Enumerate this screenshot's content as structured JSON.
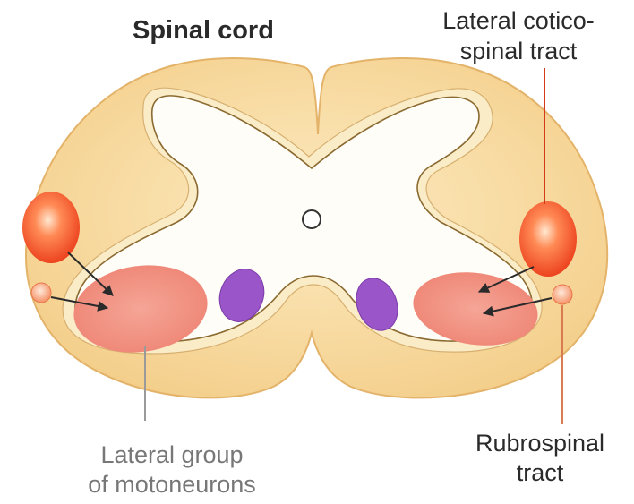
{
  "title": "Spinal cord",
  "labels": {
    "lateral_corticospinal_tract": [
      "Lateral cotico-",
      "spinal tract"
    ],
    "rubrospinal_tract": [
      "Rubrospinal",
      "tract"
    ],
    "lateral_group_motoneurons": [
      "Lateral group",
      "of motoneurons"
    ]
  },
  "colors": {
    "cord_fill": "#f7d79a",
    "cord_outline": "#e3b36a",
    "grey_matter": "#fffdf7",
    "grey_outline": "#8a6a30",
    "corticospinal_tract": "#f0401c",
    "rubrospinal_tract": "#f59a6e",
    "motoneuron_group": "#f08a7a",
    "medial_motoneurons": "#9a55c8",
    "arrow": "#2a2a2a"
  }
}
